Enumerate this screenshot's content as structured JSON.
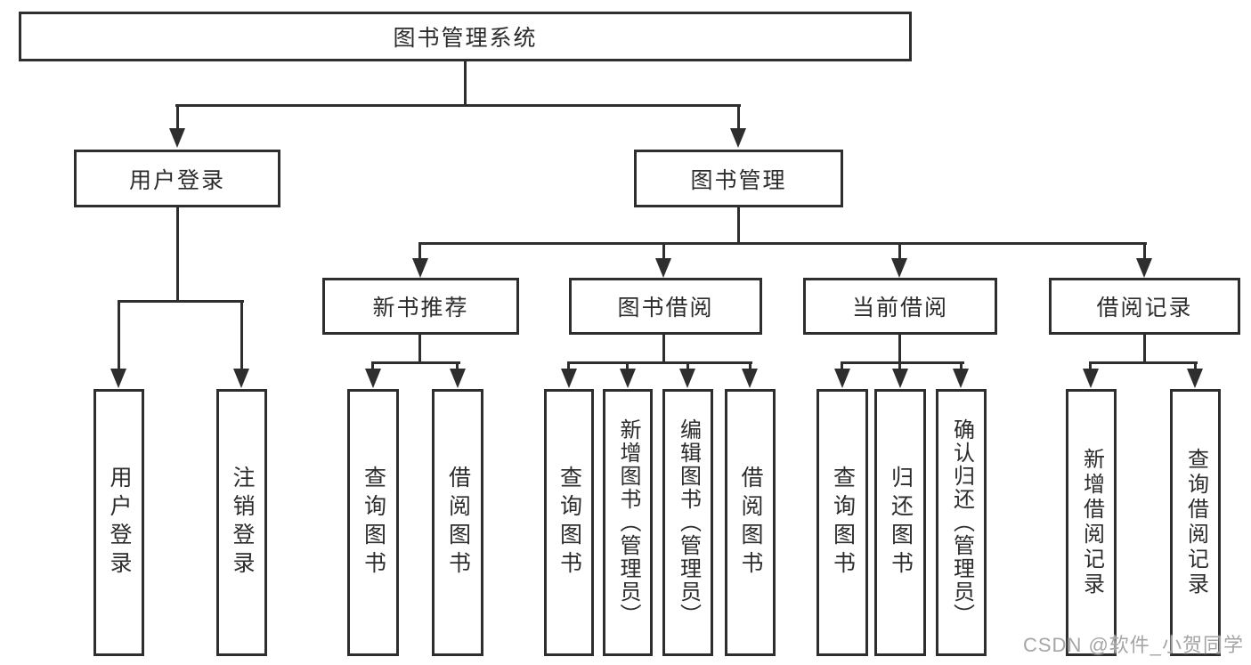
{
  "diagram": {
    "root": {
      "label": "图书管理系统"
    },
    "branches": [
      {
        "label": "用户登录",
        "children": [
          "用户登录",
          "注销登录"
        ]
      },
      {
        "label": "图书管理",
        "groups": [
          {
            "label": "新书推荐",
            "children": [
              "查询图书",
              "借阅图书"
            ]
          },
          {
            "label": "图书借阅",
            "children": [
              "查询图书",
              "新增图书（管理员）",
              "编辑图书（管理员）",
              "借阅图书"
            ]
          },
          {
            "label": "当前借阅",
            "children": [
              "查询图书",
              "归还图书",
              "确认归还（管理员）"
            ]
          },
          {
            "label": "借阅记录",
            "children": [
              "新增借阅记录",
              "查询借阅记录"
            ]
          }
        ]
      }
    ]
  },
  "colors": {
    "line": "#2e2e2e",
    "text": "#2c2c2c",
    "watermark": "#a5a5a5",
    "background": "#ffffff"
  },
  "watermark": {
    "text": "CSDN @软件_小贺同学"
  }
}
